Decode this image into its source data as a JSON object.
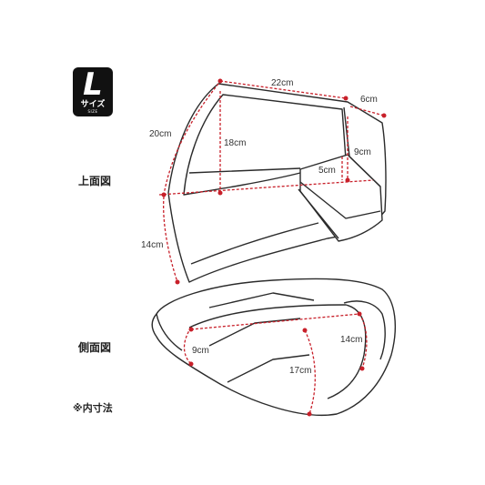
{
  "size_badge": {
    "letter": "L",
    "label_jp": "サイズ",
    "label_en": "SIZE"
  },
  "top_view": {
    "label": "上面図",
    "dimensions": [
      "22cm",
      "6cm",
      "20cm",
      "18cm",
      "9cm",
      "5cm",
      "14cm"
    ]
  },
  "side_view": {
    "label": "側面図",
    "dimensions": [
      "14cm",
      "9cm",
      "17cm"
    ]
  },
  "note": "※内寸法",
  "colors": {
    "outline": "#2b2b2b",
    "dimension": "#c8202a",
    "fill": "#ffffff",
    "badge": "#111111"
  }
}
